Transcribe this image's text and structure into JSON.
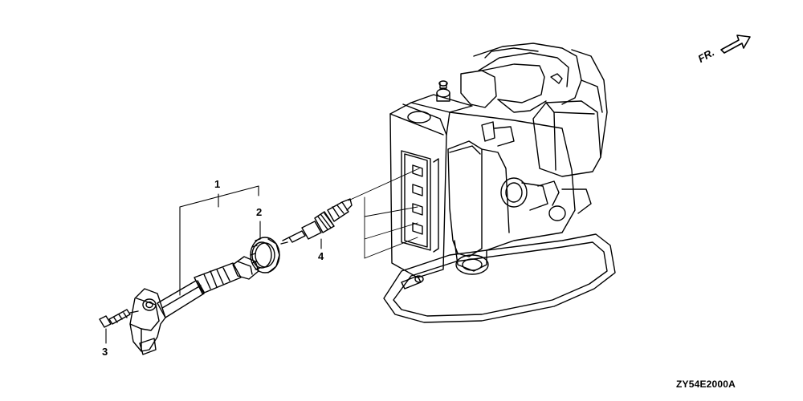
{
  "callouts": {
    "part1": "1",
    "part2": "2",
    "part3": "3",
    "part4": "4"
  },
  "direction_label": "FR.",
  "diagram_code": "ZY54E2000A"
}
